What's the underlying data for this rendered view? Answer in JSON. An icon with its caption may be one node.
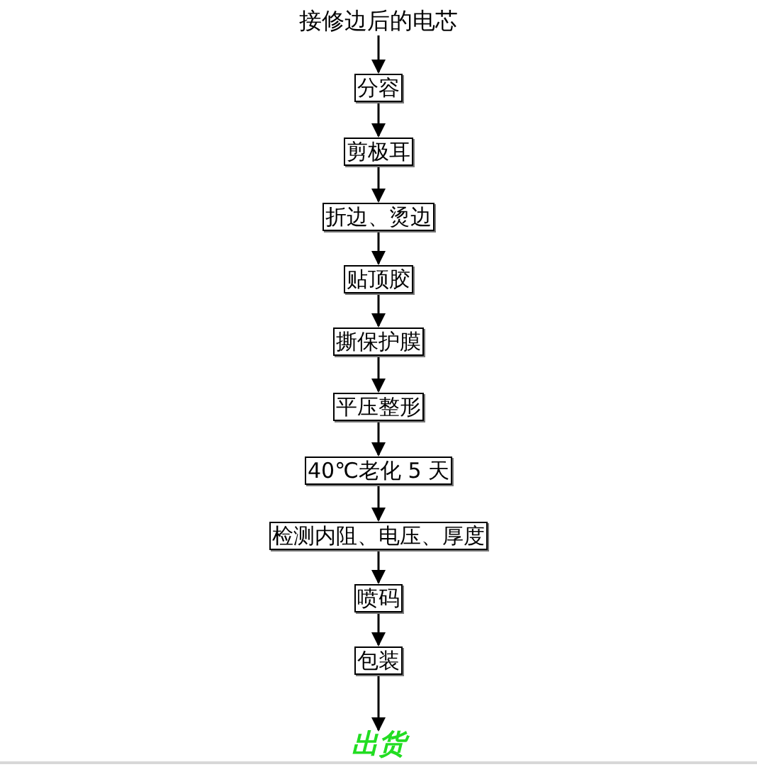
{
  "diagram": {
    "nodes": [
      {
        "text": [
          "接修边后的电芯"
        ]
      },
      {
        "text": [
          "分容"
        ]
      },
      {
        "text": [
          "剪极耳"
        ]
      },
      {
        "text": [
          "折边、烫边"
        ]
      },
      {
        "text": [
          "贴顶胶"
        ]
      },
      {
        "text": [
          "撕保护膜"
        ]
      },
      {
        "text": [
          "平压整形"
        ]
      },
      {
        "text": [
          "40℃老化 5 天"
        ]
      },
      {
        "text": [
          "检测内阻、电压、厚度"
        ]
      },
      {
        "text": [
          "喷码"
        ]
      },
      {
        "text": [
          "包装"
        ]
      },
      {
        "text": [
          "出货"
        ]
      }
    ],
    "edges": [
      {
        "from": 0,
        "to": 1,
        "arrow": "to"
      },
      {
        "from": 1,
        "to": 2,
        "arrow": "to"
      },
      {
        "from": 2,
        "to": 3,
        "arrow": "to"
      },
      {
        "from": 3,
        "to": 4,
        "arrow": "to"
      },
      {
        "from": 4,
        "to": 5,
        "arrow": "to"
      },
      {
        "from": 5,
        "to": 6,
        "arrow": "to"
      },
      {
        "from": 6,
        "to": 7,
        "arrow": "to"
      },
      {
        "from": 7,
        "to": 8,
        "arrow": "to"
      },
      {
        "from": 8,
        "to": 9,
        "arrow": "to"
      },
      {
        "from": 9,
        "to": 10,
        "arrow": "to"
      },
      {
        "from": 10,
        "to": 11,
        "arrow": "to"
      }
    ]
  }
}
